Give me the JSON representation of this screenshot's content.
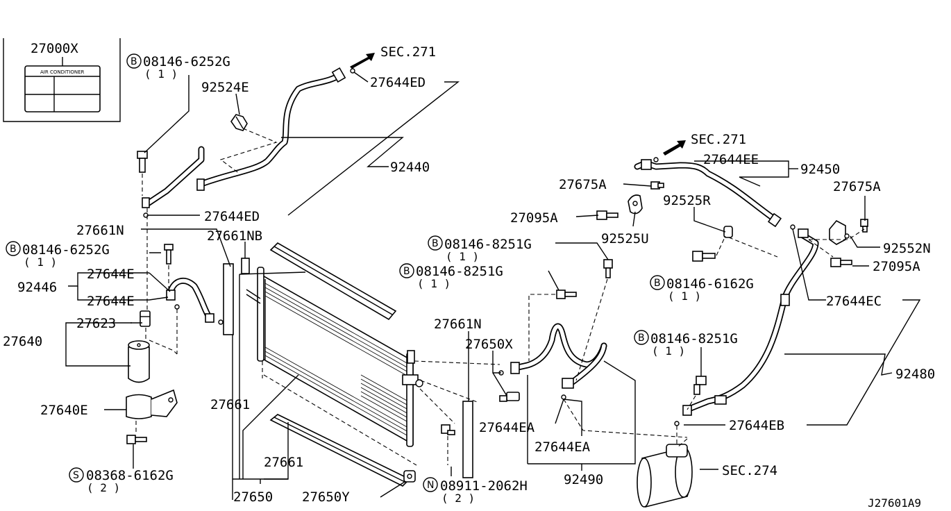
{
  "labels": {
    "kit": "27000X",
    "kit_card": "AIR CONDITIONER",
    "sec271_top": "SEC.271",
    "sec271_right": "SEC.271",
    "sec274": "SEC.274",
    "p27644ED_top": "27644ED",
    "p27644ED_mid": "27644ED",
    "p92524E": "92524E",
    "p92440": "92440",
    "b_bolt1": "08146-6252G",
    "b_bolt1_qty": "( 1 )",
    "b_bolt2": "08146-6252G",
    "b_bolt2_qty": "( 1 )",
    "p27661N_left": "27661N",
    "p27661NB": "27661NB",
    "p27644E_a": "27644E",
    "p27644E_b": "27644E",
    "p92446": "92446",
    "p27623": "27623",
    "p27640": "27640",
    "p27640E": "27640E",
    "s_bolt": "08368-6162G",
    "s_bolt_qty": "( 2 )",
    "p27661_a": "27661",
    "p27661_b": "27661",
    "p27650": "27650",
    "p27650Y": "27650Y",
    "n_nut": "08911-2062H",
    "n_nut_qty": "( 2 )",
    "b_bolt3": "08146-8251G",
    "b_bolt3_qty": "( 1 )",
    "b_bolt4": "08146-8251G",
    "b_bolt4_qty": "( 1 )",
    "p27661N_mid": "27661N",
    "p27650X": "27650X",
    "p27644EA_a": "27644EA",
    "p27644EA_b": "27644EA",
    "p92490": "92490",
    "p27644EE": "27644EE",
    "p92450": "92450",
    "p27675A_a": "27675A",
    "p27675A_b": "27675A",
    "p27095A_a": "27095A",
    "p27095A_b": "27095A",
    "p92525R": "92525R",
    "p92525U": "92525U",
    "p92552N": "92552N",
    "b_bolt5": "08146-6162G",
    "b_bolt5_qty": "( 1 )",
    "p27644EC": "27644EC",
    "b_bolt6": "08146-8251G",
    "b_bolt6_qty": "( 1 )",
    "p92480": "92480",
    "p27644EB": "27644EB",
    "diagram_id": "J27601A9"
  },
  "circle_letters": {
    "b": "B",
    "s": "S",
    "n": "N"
  }
}
